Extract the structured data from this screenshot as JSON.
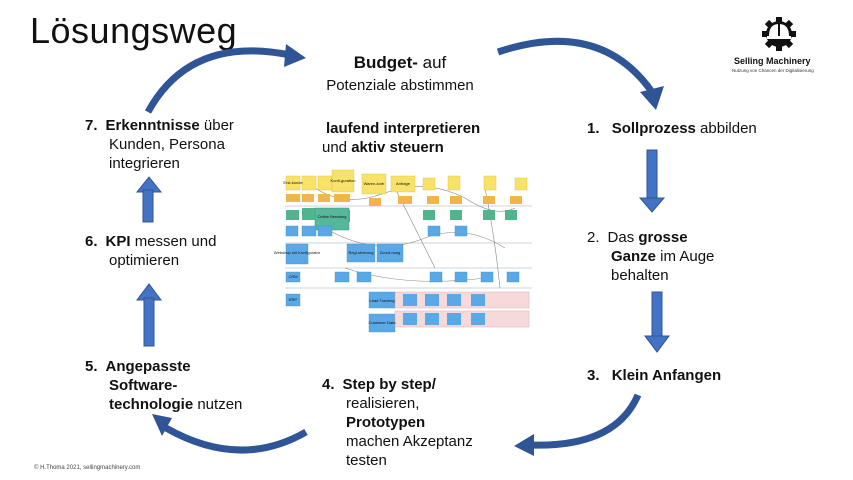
{
  "title": "Lösungsweg",
  "logo": {
    "name": "Selling Machinery",
    "subtitle": "Nutzung von Chancen der Digitalisierung"
  },
  "top": {
    "bold": "Budget-",
    "rest1": " auf",
    "line2": "Potenziale abstimmen"
  },
  "center": {
    "line1_bold": "laufend interpretieren",
    "line2_pre": "und ",
    "line2_bold": "aktiv steuern"
  },
  "steps": {
    "s1": {
      "num": "1.",
      "bold": "Sollprozess",
      "rest": " abbilden"
    },
    "s2": {
      "num": "2.",
      "pre": "Das ",
      "bold1": "grosse",
      "bold2": "Ganze",
      "rest": " im Auge",
      "line3": "behalten"
    },
    "s3": {
      "num": "3.",
      "bold": "Klein Anfangen"
    },
    "s4": {
      "num": "4.",
      "bold": "Step by step/",
      "line2": "realisieren,",
      "bold2": "Prototypen",
      "line4": "machen Akzeptanz",
      "line5": "testen"
    },
    "s5": {
      "num": "5.",
      "bold1": "Angepasste",
      "bold2": "Software-",
      "bold3": "technologie",
      "rest": " nutzen"
    },
    "s6": {
      "num": "6.",
      "bold": "KPI",
      "rest": " messen und",
      "line2": "optimieren"
    },
    "s7": {
      "num": "7.",
      "bold": "Erkenntnisse",
      "rest": " über",
      "line2": "Kunden, Persona",
      "line3": "integrieren"
    }
  },
  "diagram_labels": {
    "online_beratung": "Online Beratung",
    "webshop": "Webshop mit Konfigurator",
    "registrierung": "Regi-strierung",
    "zuordnung": "Zuord-nung",
    "lead_tracking": "Lead Tracking",
    "customer_data": "Customer Data",
    "konfiguration": "Konfi-guration",
    "warenkorb": "Waren-korb",
    "anfrage": "Anfrage",
    "erstkunde": "Erst-kunde",
    "crm": "CRM",
    "erp": "ERP"
  },
  "footer": "© H.Thoma 2021, sellingmachinery.com",
  "colors": {
    "arrow": "#4472C4",
    "arrow_dark": "#2F5597"
  }
}
